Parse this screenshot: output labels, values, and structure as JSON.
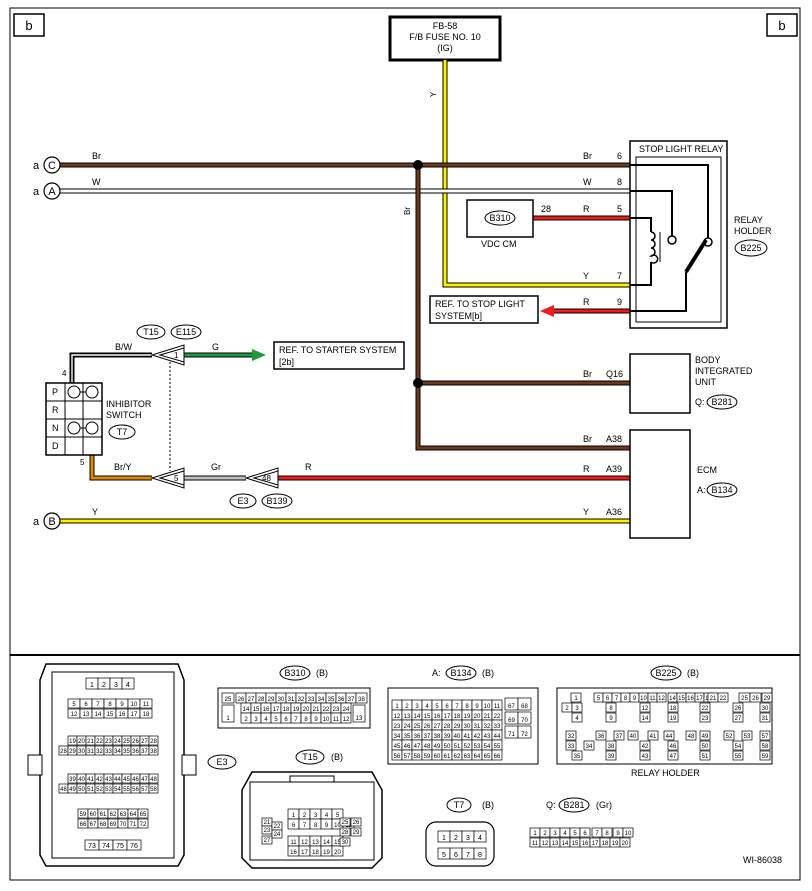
{
  "corner_tags": {
    "left": "b",
    "right": "b"
  },
  "fuse": {
    "line1": "FB-58",
    "line2": "F/B FUSE NO. 10",
    "line3": "(IG)",
    "wire_color": "Y"
  },
  "connectors_left": [
    {
      "prefix": "a",
      "letter": "C",
      "wire_color": "Br"
    },
    {
      "prefix": "a",
      "letter": "A",
      "wire_color": "W"
    },
    {
      "prefix": "a",
      "letter": "B",
      "wire_color": "Y"
    }
  ],
  "stop_light_relay": {
    "title": "STOP LIGHT RELAY",
    "holder_label_1": "RELAY",
    "holder_label_2": "HOLDER",
    "connector": "B225",
    "pins": [
      {
        "wire": "Br",
        "pin": "6"
      },
      {
        "wire": "W",
        "pin": "8"
      },
      {
        "wire": "R",
        "pin": "5"
      },
      {
        "wire": "Y",
        "pin": "7"
      },
      {
        "wire": "R",
        "pin": "9"
      }
    ]
  },
  "vdc": {
    "connector": "B310",
    "pin": "28",
    "label": "VDC CM"
  },
  "branch_wire": "Br",
  "ref_stop": {
    "line1": "REF. TO STOP LIGHT",
    "line2": "SYSTEM[b]"
  },
  "ref_starter": {
    "line1": "REF. TO STARTER SYSTEM",
    "line2": "[2b]"
  },
  "t15": {
    "connector": "T15",
    "connector2": "E115",
    "pin1": "1",
    "pin2": "5"
  },
  "inhibitor": {
    "label1": "INHIBITOR",
    "label2": "SWITCH",
    "connector": "T7",
    "positions": [
      "P",
      "R",
      "N",
      "D"
    ],
    "pin_top": "4",
    "pin_bottom": "5",
    "wire_top": "B/W",
    "wire_bottom": "Br/Y"
  },
  "wire_g": "G",
  "wire_gr": "Gr",
  "e3": {
    "connector": "E3",
    "connector2": "B139",
    "pin": "48",
    "wire_out": "R"
  },
  "body_unit": {
    "label1": "BODY",
    "label2": "INTEGRATED",
    "label3": "UNIT",
    "conn_prefix": "Q:",
    "connector": "B281",
    "wire": "Br",
    "pin": "Q16"
  },
  "ecm": {
    "label": "ECM",
    "conn_prefix": "A:",
    "connector": "B134",
    "pins": [
      {
        "wire": "Br",
        "pin": "A38"
      },
      {
        "wire": "R",
        "pin": "A39"
      },
      {
        "wire": "Y",
        "pin": "A36"
      }
    ]
  },
  "bottom": {
    "e3_label": "E3",
    "b310_label": "B310",
    "b310_suffix": "(B)",
    "b134_prefix": "A:",
    "b134_label": "B134",
    "b134_suffix": "(B)",
    "b225_label": "B225",
    "b225_suffix": "(B)",
    "relay_holder_caption": "RELAY HOLDER",
    "t15_label": "T15",
    "t15_suffix": "(B)",
    "t7_label": "T7",
    "t7_suffix": "(B)",
    "b281_prefix": "Q:",
    "b281_label": "B281",
    "b281_suffix": "(Gr)",
    "doc_id": "WI-86038"
  },
  "colors": {
    "brown": "#6b3a1f",
    "red": "#ee1c1c",
    "yellow": "#fff200",
    "green": "#1f9a3f",
    "gray": "#bfbfbf",
    "orange": "#e08a00"
  }
}
